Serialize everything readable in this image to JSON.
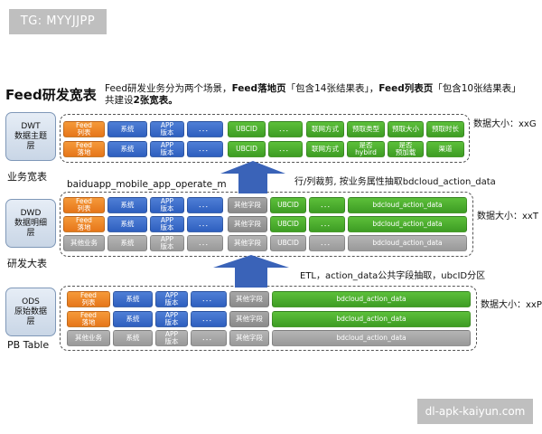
{
  "watermark_top": "TG: MYYJJPP",
  "watermark_bottom": "dl-apk-kaiyun.com",
  "title": "Feed研发宽表",
  "description": {
    "p1": "Feed研发业务分为两个场景，",
    "b1": "Feed落地页",
    "p2": "「包含14张结果表」，",
    "b2": "Feed列表页",
    "p3": "「包含10张结果表」",
    "p4": "共建设",
    "b3": "2张宽表。"
  },
  "layers": {
    "dwt": {
      "label": "DWT\n数据主题\n层",
      "side": "业务宽表",
      "size": "数据大小：xxG"
    },
    "dwd": {
      "label": "DWD\n数据明细\n层",
      "side": "研发大表",
      "size": "数据大小：xxT"
    },
    "ods": {
      "label": "ODS\n原始数据\n层",
      "side": "PB Table",
      "size": "数据大小：xxP"
    }
  },
  "annotations": {
    "source_table": "baiduapp_mobile_app_operate_m",
    "arrow1": "行/列裁剪, 按业务属性抽取bdcloud_action_data",
    "arrow2": "ETL，action_data公共字段抽取，ubcID分区"
  },
  "cells": {
    "feed_list": "Feed\n列表",
    "feed_land": "Feed\n落地",
    "system": "系统",
    "app_version": "APP\n版本",
    "dots": "．．．",
    "ubcid": "UBCID",
    "network": "联网方式",
    "preload_type": "预取类型",
    "preload_size": "预取大小",
    "preload_time": "预取时长",
    "is_hybird": "是否\nhybird",
    "is_preload": "是否\n预加载",
    "channel": "渠道",
    "other_fields": "其他字段",
    "other_biz": "其他业务",
    "bdcloud": "bdcloud_action_data"
  },
  "colors": {
    "orange": "#e6761a",
    "blue": "#2e5fbf",
    "green": "#3e9d24",
    "gray": "#8a8a8a",
    "arrow": "#3a63b8"
  }
}
